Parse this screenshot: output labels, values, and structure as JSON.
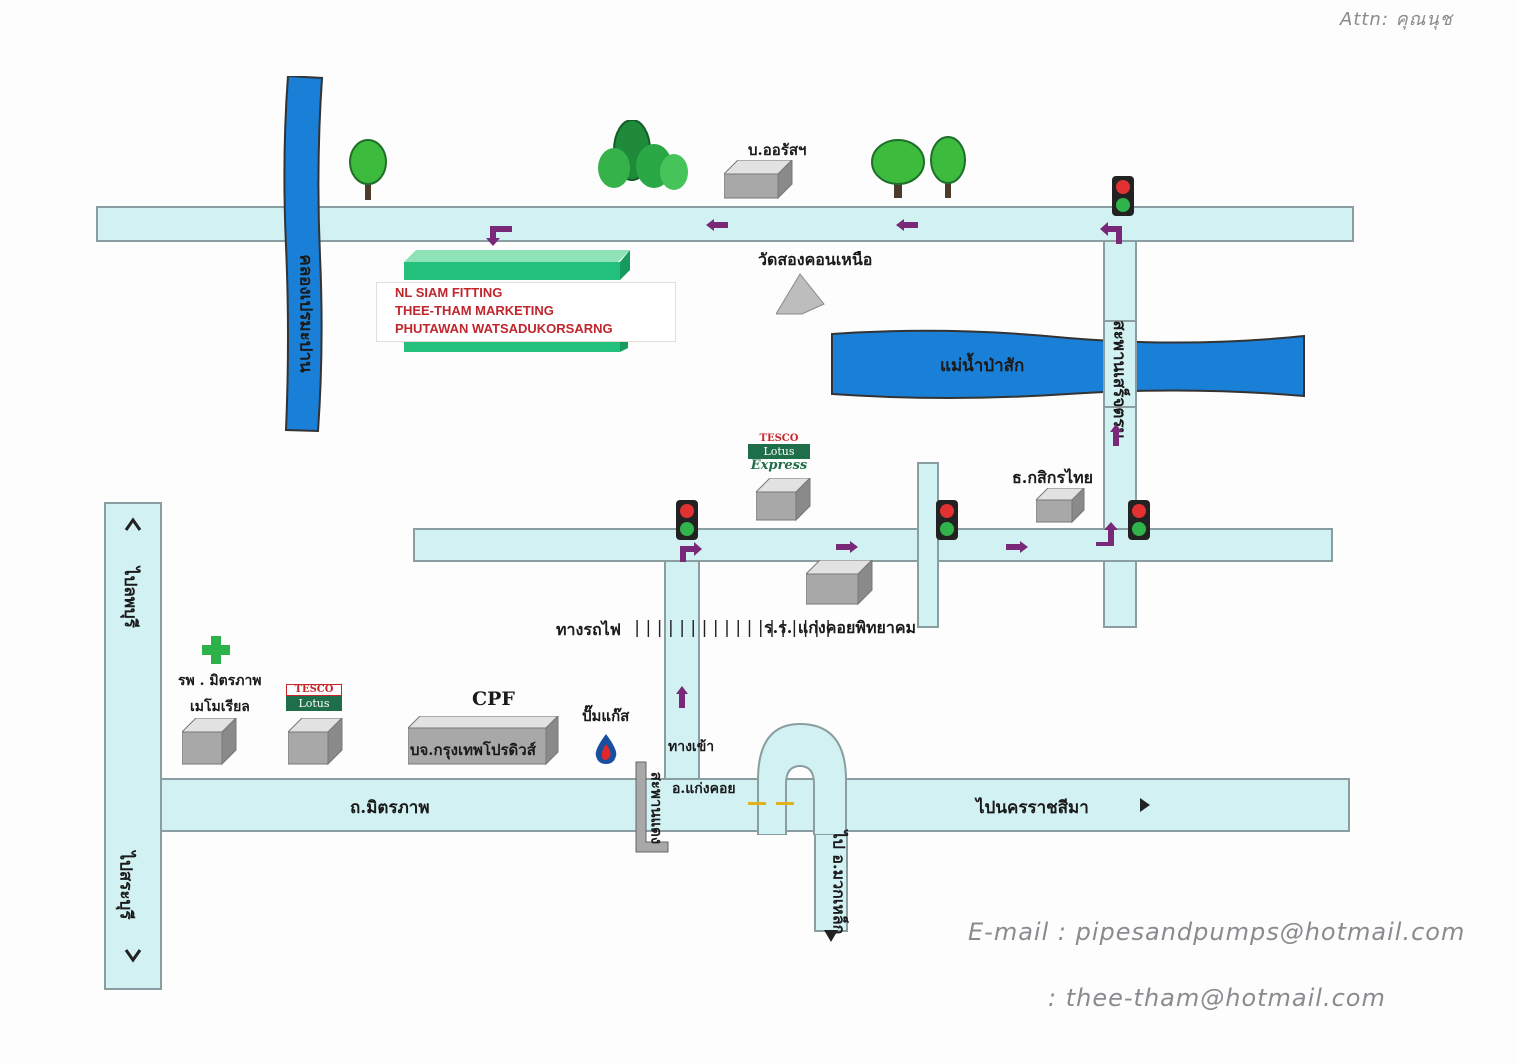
{
  "corner_note": "Attn: คุณนุช",
  "company_names": [
    "NL SIAM FITTING",
    "THEE-THAM MARKETING",
    "PHUTAWAN WATSADUKORSARNG"
  ],
  "labels": {
    "canal": "คลองเปรมะปาน",
    "ora_company": "บ.ออรัสฯ",
    "temple": "วัดสองคอนเหนือ",
    "river": "แม่น้ำป่าสัก",
    "bridge_top": "สะพานเสร็จตรม",
    "kasikorn_bank": "ธ.กสิกรไทย",
    "school": "ร.ร. แก่งคอยพิทยาคม",
    "railway": "ทางรถไฟ",
    "railway_marks": "||||||||||||||||||",
    "entrance": "ทางเข้า",
    "to_lopburi": "ไปลพบุรี",
    "to_saraburi": "ไปสระบุรี",
    "hospital_line1": "รพ . มิตรภาพ",
    "hospital_line2": "เมโมเรียล",
    "cpf": "CPF",
    "cpf_company": "บจ.กรุงเทพโปรดิวส์",
    "gas_station": "ปั๊มแก๊ส",
    "bridge_bottom": "สะพานแดง",
    "kaeng_khoi": "อ.แก่งคอย",
    "mittraphap_road": "ถ.มิตรภาพ",
    "to_nakhon_ratchasima": "ไปนครราชสีมา",
    "to_muak_lek": "ไป อ.มวกเหล็ก"
  },
  "tesco_express": {
    "line1": "TESCO",
    "line2": "Lotus",
    "line3": "Express"
  },
  "tesco": {
    "line1": "TESCO",
    "line2": "Lotus"
  },
  "emails": {
    "line1": "E-mail :  pipesandpumps@hotmail.com",
    "line2": ": thee-tham@hotmail.com"
  },
  "colors": {
    "road": "#d2f1f3",
    "water": "#1a7fd6",
    "purple_arrow": "#7a2878",
    "company_text": "#c0262d",
    "company_building": "#22c07a",
    "hospital_cross": "#2db24a"
  }
}
